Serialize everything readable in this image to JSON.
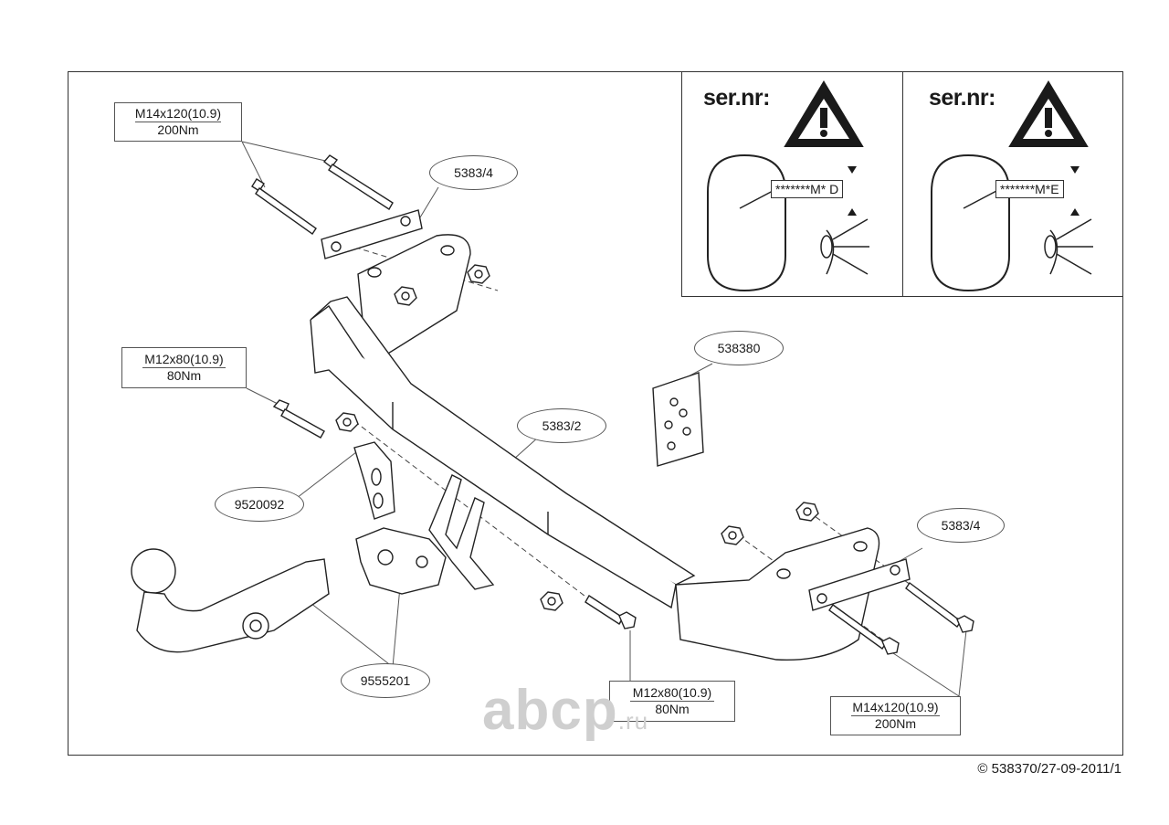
{
  "specs": {
    "bolt_top": {
      "size": "M14x120(10.9)",
      "torque": "200Nm"
    },
    "bolt_left": {
      "size": "M12x80(10.9)",
      "torque": "80Nm"
    },
    "bolt_bottom_mid": {
      "size": "M12x80(10.9)",
      "torque": "80Nm"
    },
    "bolt_bottom_right": {
      "size": "M14x120(10.9)",
      "torque": "200Nm"
    }
  },
  "parts": {
    "bracket_top": "5383/4",
    "bracket_right": "5383/4",
    "crossbar": "5383/2",
    "bolt_kit": "538380",
    "mount_plate": "9520092",
    "towball": "9555201"
  },
  "serial_panels": [
    {
      "title": "ser.nr:",
      "code": "*******M* D"
    },
    {
      "title": "ser.nr:",
      "code": "*******M*E"
    }
  ],
  "watermark": {
    "main": "abcp",
    "suffix": ".ru"
  },
  "copyright": "© 538370/27-09-2011/1"
}
